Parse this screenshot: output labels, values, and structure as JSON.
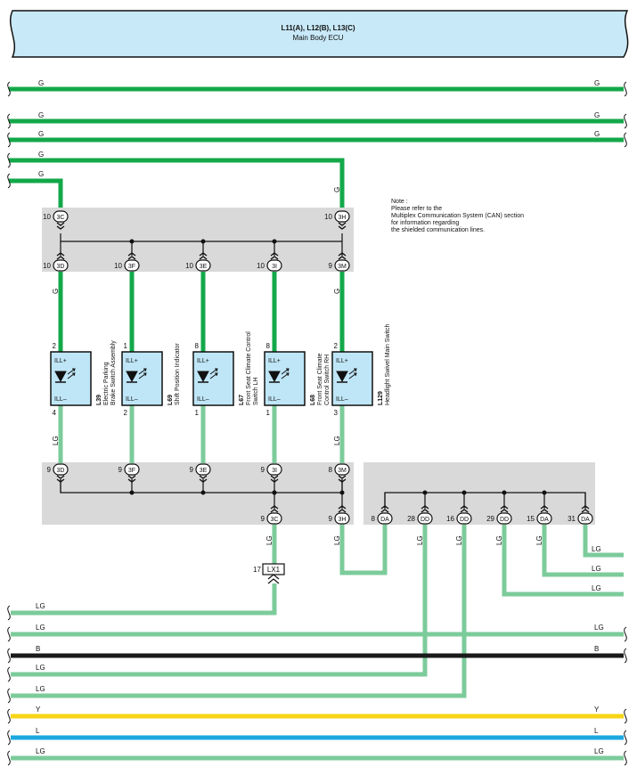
{
  "colors": {
    "G": "#13a84a",
    "LG": "#7ccb9b",
    "B": "#1a1a1a",
    "Y": "#f7d416",
    "L": "#1ea8e0",
    "ecu_fill": "#c8e9f8",
    "junction_fill": "#d9d9d9",
    "component_fill": "#bfe6f7"
  },
  "ecu": {
    "title": "L11(A), L12(B), L13(C)",
    "subtitle": "Main Body ECU"
  },
  "note": {
    "lines": [
      "Note :",
      "Please refer to the",
      "Multiplex Communication System (CAN) section",
      "for information regarding",
      "the shielded communication lines."
    ]
  },
  "top_wire_labels": [
    "G",
    "G",
    "G",
    "G",
    "G",
    "G",
    "G",
    "G",
    "G"
  ],
  "upper_junction": {
    "top_pins": [
      {
        "pin": "10",
        "conn": "3C"
      },
      {
        "pin": "10",
        "conn": "3H"
      }
    ],
    "bottom_pins": [
      {
        "pin": "10",
        "conn": "3D"
      },
      {
        "pin": "10",
        "conn": "3F"
      },
      {
        "pin": "10",
        "conn": "3E"
      },
      {
        "pin": "10",
        "conn": "3I"
      },
      {
        "pin": "9",
        "conn": "3M"
      }
    ]
  },
  "components": [
    {
      "id": "L39",
      "name_lines": [
        "Electric Parking",
        "Brake Switch Assembly"
      ],
      "pin_top": "2",
      "pin_bottom": "4",
      "ill_plus": "ILL+",
      "ill_minus": "ILL–",
      "wire_top": "G",
      "wire_bottom": "LG"
    },
    {
      "id": "L69",
      "name_lines": [
        "Shift Position Indicator"
      ],
      "pin_top": "1",
      "pin_bottom": "2",
      "ill_plus": "ILL+",
      "ill_minus": "ILL–",
      "wire_top": "",
      "wire_bottom": ""
    },
    {
      "id": "L67",
      "name_lines": [
        "Front Seat Climate Control",
        "Switch LH"
      ],
      "pin_top": "8",
      "pin_bottom": "1",
      "ill_plus": "ILL+",
      "ill_minus": "ILL–",
      "wire_top": "",
      "wire_bottom": ""
    },
    {
      "id": "L68",
      "name_lines": [
        "Front Seat Climate",
        "Control Switch RH"
      ],
      "pin_top": "8",
      "pin_bottom": "1",
      "ill_plus": "ILL+",
      "ill_minus": "ILL–",
      "wire_top": "",
      "wire_bottom": ""
    },
    {
      "id": "L129",
      "name_lines": [
        "Headlight Swivel Main Switch"
      ],
      "pin_top": "2",
      "pin_bottom": "3",
      "ill_plus": "ILL+",
      "ill_minus": "ILL–",
      "wire_top": "G",
      "wire_bottom": "LG"
    }
  ],
  "lower_junction": {
    "top_pins": [
      {
        "pin": "9",
        "conn": "3D"
      },
      {
        "pin": "9",
        "conn": "3F"
      },
      {
        "pin": "9",
        "conn": "3E"
      },
      {
        "pin": "9",
        "conn": "3I"
      },
      {
        "pin": "8",
        "conn": "3M"
      }
    ],
    "bottom_pins": [
      {
        "pin": "9",
        "conn": "3C"
      },
      {
        "pin": "9",
        "conn": "3H"
      }
    ]
  },
  "right_junction": {
    "pins": [
      {
        "pin": "8",
        "conn": "DA"
      },
      {
        "pin": "28",
        "conn": "DD"
      },
      {
        "pin": "16",
        "conn": "DD"
      },
      {
        "pin": "29",
        "conn": "DD"
      },
      {
        "pin": "15",
        "conn": "DA"
      },
      {
        "pin": "31",
        "conn": "DA"
      }
    ]
  },
  "lx1": {
    "pin": "17",
    "label": "LX1"
  },
  "mid_wire_labels": {
    "c3c_out": "LG",
    "c3h_out": "LG",
    "dd28_out": "LG",
    "dd16_out": "LG",
    "right_lg": [
      "LG",
      "LG",
      "LG"
    ]
  },
  "bottom_wires": [
    {
      "color": "LG",
      "left": "LG",
      "right": ""
    },
    {
      "color": "LG",
      "left": "LG",
      "right": "LG"
    },
    {
      "color": "B",
      "left": "B",
      "right": "B"
    },
    {
      "color": "LG",
      "left": "LG",
      "right": ""
    },
    {
      "color": "LG",
      "left": "LG",
      "right": ""
    },
    {
      "color": "Y",
      "left": "Y",
      "right": "Y"
    },
    {
      "color": "L",
      "left": "L",
      "right": "L"
    },
    {
      "color": "LG",
      "left": "LG",
      "right": "LG"
    }
  ]
}
